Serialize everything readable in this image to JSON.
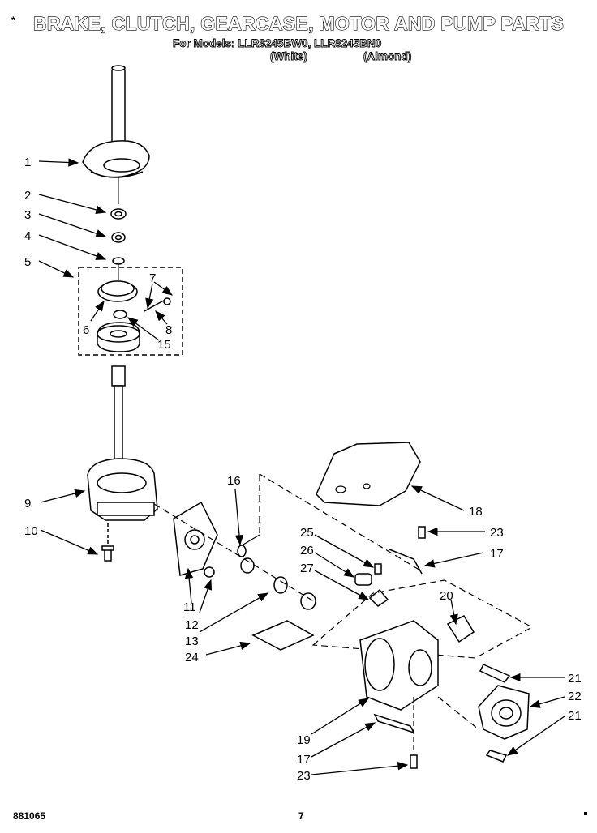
{
  "header": {
    "corner_mark": "*",
    "title": "BRAKE, CLUTCH, GEARCASE, MOTOR AND PUMP PARTS",
    "models_label": "For Models: LLR8245BW0, LLR8245BN0",
    "color_white": "(White)",
    "color_almond": "(Almond)"
  },
  "callouts": [
    {
      "id": "c1",
      "text": "1"
    },
    {
      "id": "c2",
      "text": "2"
    },
    {
      "id": "c3",
      "text": "3"
    },
    {
      "id": "c4",
      "text": "4"
    },
    {
      "id": "c5",
      "text": "5"
    },
    {
      "id": "c6",
      "text": "6"
    },
    {
      "id": "c7",
      "text": "7"
    },
    {
      "id": "c8",
      "text": "8"
    },
    {
      "id": "c15",
      "text": "15"
    },
    {
      "id": "c9",
      "text": "9"
    },
    {
      "id": "c10",
      "text": "10"
    },
    {
      "id": "c16",
      "text": "16"
    },
    {
      "id": "c11",
      "text": "11"
    },
    {
      "id": "c12",
      "text": "12"
    },
    {
      "id": "c13",
      "text": "13"
    },
    {
      "id": "c24",
      "text": "24"
    },
    {
      "id": "c18",
      "text": "18"
    },
    {
      "id": "c23a",
      "text": "23"
    },
    {
      "id": "c25",
      "text": "25"
    },
    {
      "id": "c26",
      "text": "26"
    },
    {
      "id": "c27",
      "text": "27"
    },
    {
      "id": "c17a",
      "text": "17"
    },
    {
      "id": "c20",
      "text": "20"
    },
    {
      "id": "c21a",
      "text": "21"
    },
    {
      "id": "c22",
      "text": "22"
    },
    {
      "id": "c21b",
      "text": "21"
    },
    {
      "id": "c19",
      "text": "19"
    },
    {
      "id": "c17b",
      "text": "17"
    },
    {
      "id": "c23b",
      "text": "23"
    }
  ],
  "footer": {
    "doc_number": "881065",
    "page_number": "7"
  }
}
